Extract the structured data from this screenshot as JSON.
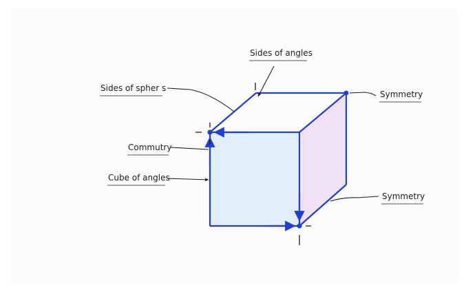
{
  "labels": {
    "sides_of_angles": "Sides of angles",
    "sides_of_spheres": "Sides of spher s",
    "commutry": "Commutry",
    "cube_of_angles": "Cube of angles",
    "symmetry_top": "Symmetry",
    "symmetry_bottom": "Symmetry"
  },
  "colors": {
    "edge": "#1f3fd6",
    "front_face": "#e3eefb",
    "side_face": "#f1e1f7",
    "ink": "#1c1c1c"
  }
}
